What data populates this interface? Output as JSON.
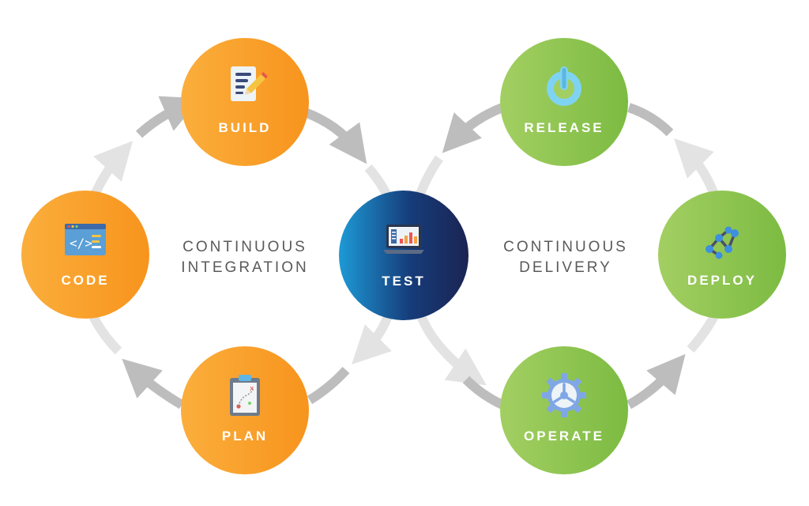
{
  "colors": {
    "orange": "#f7941d",
    "green": "#7cbb42",
    "blue_dark": "#163c7a",
    "blue_light": "#1d9ad6",
    "arrow_gray": "#bdbdbd",
    "caption_gray": "#5a5a5a"
  },
  "nodes": {
    "build": {
      "label": "BUILD",
      "icon": "document-pencil-icon"
    },
    "code": {
      "label": "CODE",
      "icon": "code-window-icon"
    },
    "plan": {
      "label": "PLAN",
      "icon": "clipboard-plan-icon"
    },
    "test": {
      "label": "TEST",
      "icon": "laptop-chart-icon"
    },
    "release": {
      "label": "RELEASE",
      "icon": "power-icon"
    },
    "deploy": {
      "label": "DEPLOY",
      "icon": "network-nodes-icon"
    },
    "operate": {
      "label": "OPERATE",
      "icon": "gear-icon"
    }
  },
  "captions": {
    "ci": [
      "CONTINUOUS",
      "INTEGRATION"
    ],
    "cd": [
      "CONTINUOUS",
      "DELIVERY"
    ]
  }
}
